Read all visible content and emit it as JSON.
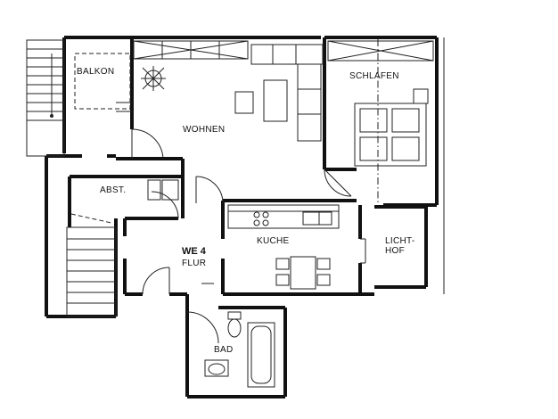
{
  "plan": {
    "unit_label_line1": "WE 4",
    "unit_label_line2": "FLUR",
    "rooms": {
      "balkon": "BALKON",
      "wohnen": "WOHNEN",
      "schlafen": "SCHLAFEN",
      "abst": "ABST.",
      "kueche": "KUCHE",
      "lichthof_line1": "LICHT-",
      "lichthof_line2": "HOF",
      "bad": "BAD"
    }
  }
}
